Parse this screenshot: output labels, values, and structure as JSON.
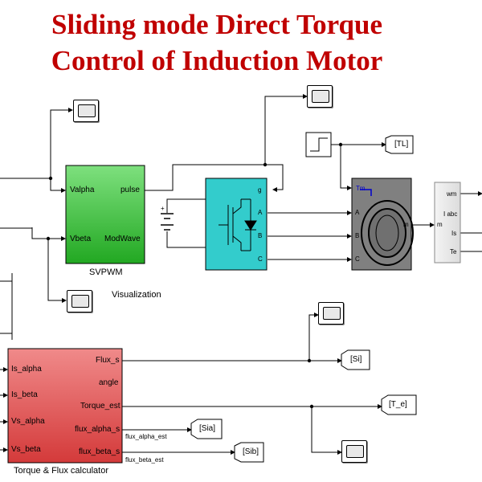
{
  "title": {
    "line1": "Sliding mode Direct Torque",
    "line2": "Control of Induction Motor"
  },
  "svpwm": {
    "name": "SVPWM",
    "ports_in": [
      "Valpha",
      "Vbeta"
    ],
    "ports_out": [
      "pulse",
      "ModWave"
    ],
    "color": "#3ec23e"
  },
  "inverter": {
    "port_g": "g",
    "ports_out": [
      "A",
      "B",
      "C"
    ],
    "color": "#33cccc"
  },
  "motor": {
    "port_tm": "Tm",
    "ports_in": [
      "A",
      "B",
      "C"
    ],
    "port_out": "m",
    "color": "#7f7f7f"
  },
  "meas": {
    "port_in": "m",
    "ports_out": [
      "wm",
      "I abc",
      "Is",
      "Te"
    ]
  },
  "calc": {
    "name": "Torque & Flux calculator",
    "ports_in": [
      "Is_alpha",
      "Is_beta",
      "Vs_alpha",
      "Vs_beta"
    ],
    "ports_out": [
      "Flux_s",
      "angle",
      "Torque_est",
      "flux_alpha_s",
      "flux_beta_s"
    ],
    "color": "#e05555"
  },
  "signals": {
    "flux_alpha": "flux_alpha_est",
    "flux_beta": "flux_beta_est"
  },
  "tags": {
    "tl": "[TL]",
    "si": "[Si]",
    "te": "[T_e]",
    "sia": "[Sia]",
    "sib": "[Sib]"
  },
  "labels": {
    "visualization": "Visualization"
  },
  "icons": [
    "scope-icon",
    "step-icon",
    "dc-source-icon",
    "igbt-icon",
    "motor-icon"
  ]
}
